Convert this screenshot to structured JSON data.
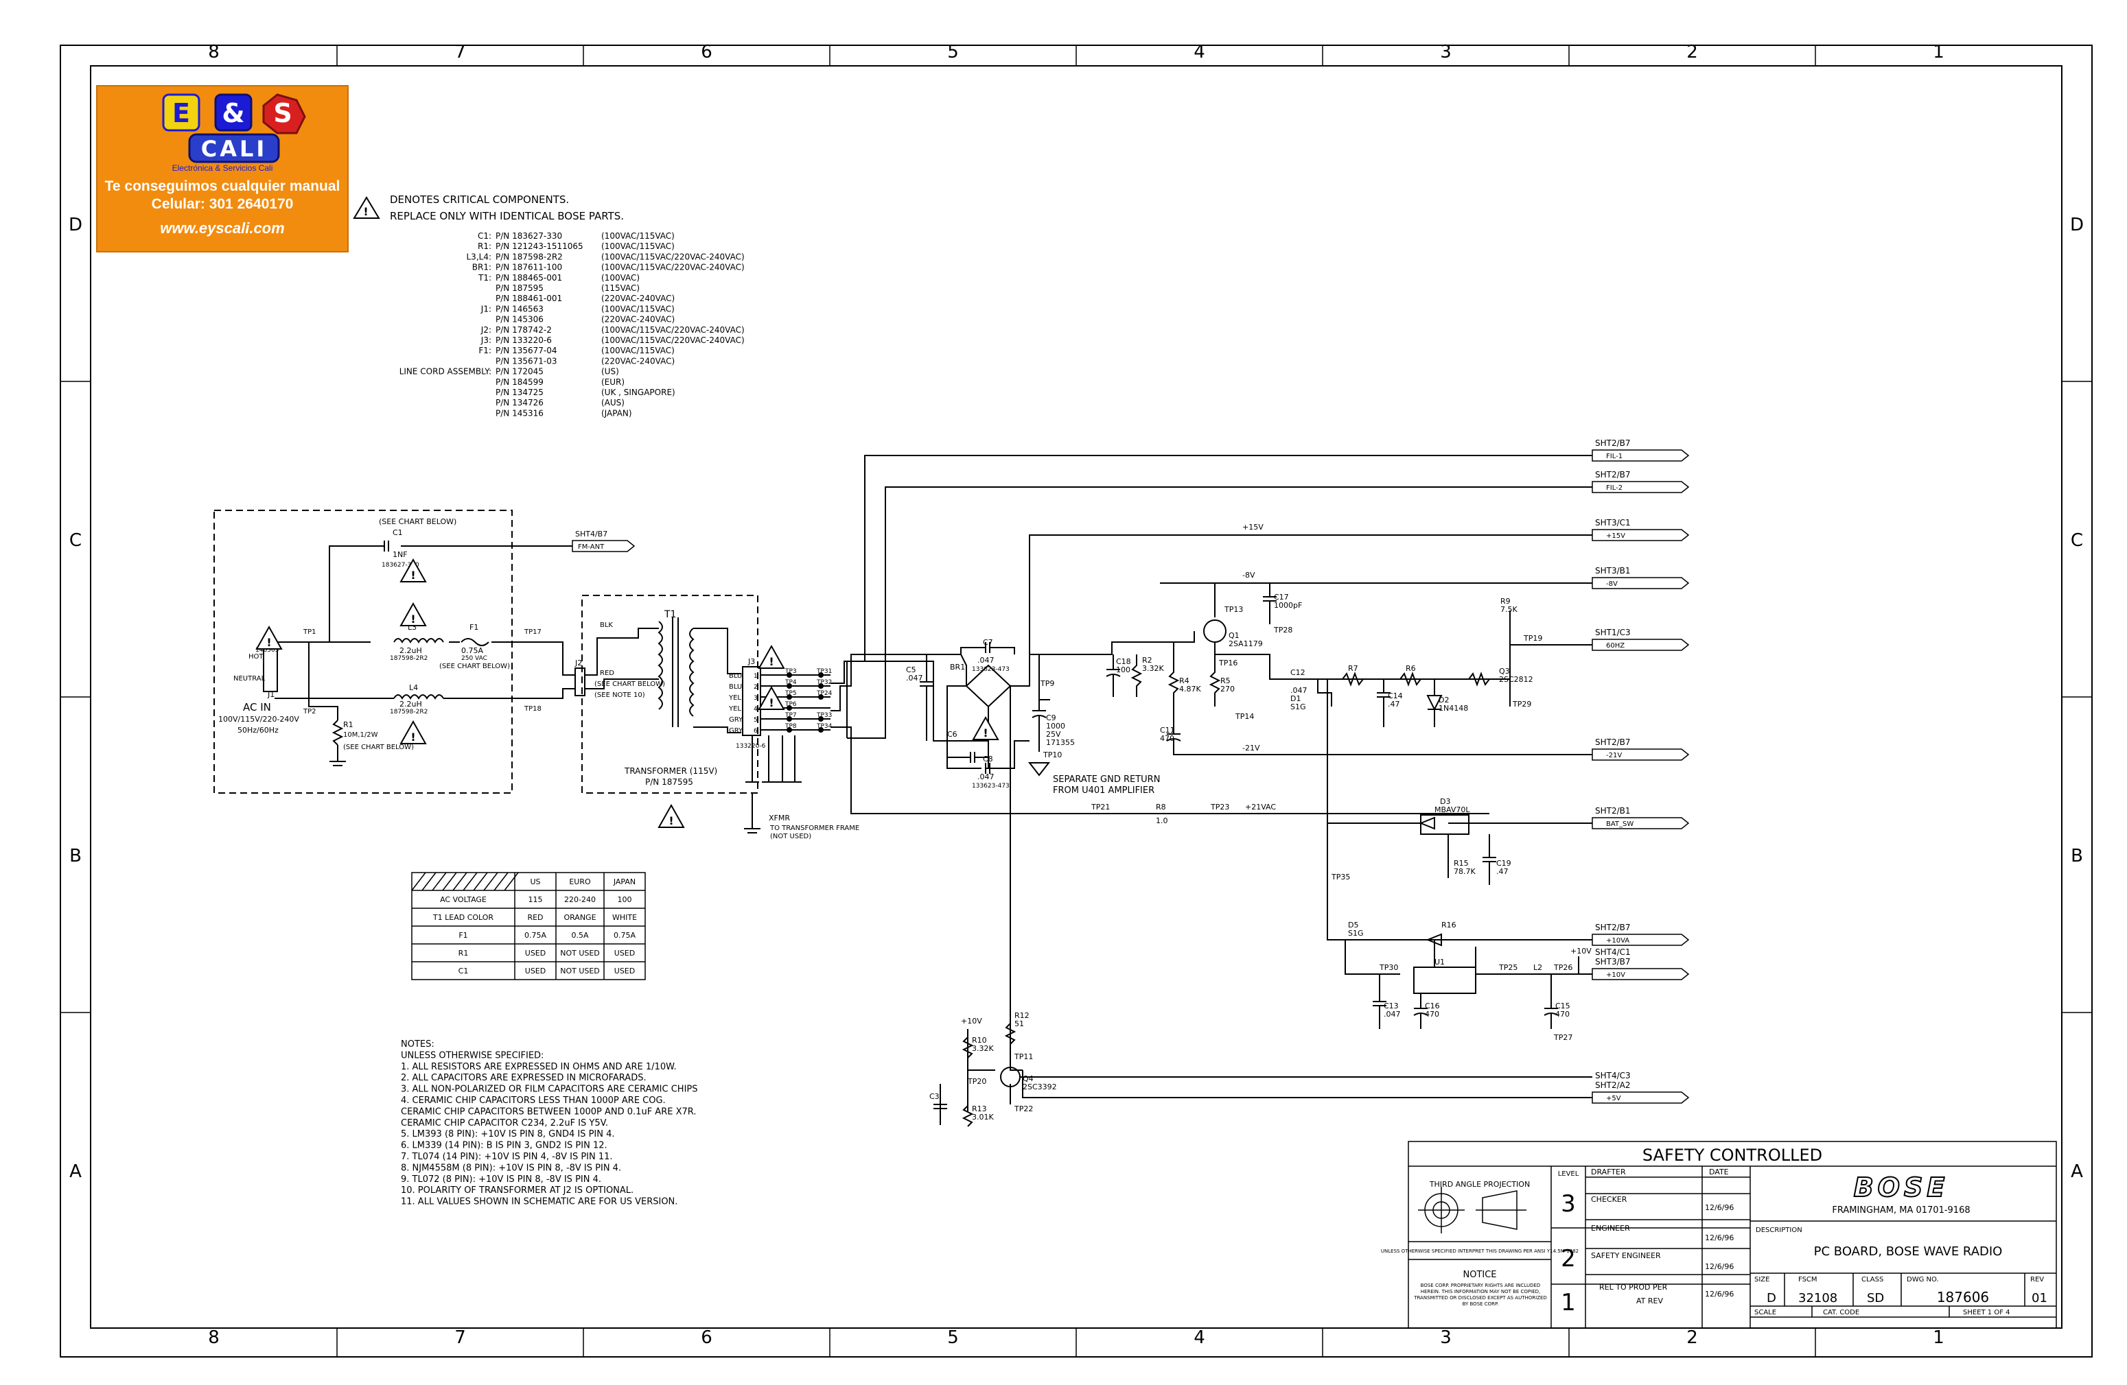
{
  "ad": {
    "letters": [
      "E",
      "&",
      "S"
    ],
    "brand": "CALI",
    "sub": "Electrónica & Servicios Cali",
    "line1": "Te conseguimos cualquier manual",
    "line2": "Celular: 301 2640170",
    "line3": "www.eyscali.com"
  },
  "border": {
    "columns": [
      "8",
      "7",
      "6",
      "5",
      "4",
      "3",
      "2",
      "1"
    ],
    "rows": [
      "D",
      "C",
      "B",
      "A"
    ]
  },
  "critical": {
    "line1": "DENOTES CRITICAL COMPONENTS.",
    "line2": "REPLACE ONLY WITH IDENTICAL BOSE PARTS.",
    "rows": [
      [
        "C1:",
        "P/N 183627-330",
        "(100VAC/115VAC)"
      ],
      [
        "R1:",
        "P/N 121243-1511065",
        "(100VAC/115VAC)"
      ],
      [
        "L3,L4:",
        "P/N 187598-2R2",
        "(100VAC/115VAC/220VAC-240VAC)"
      ],
      [
        "BR1:",
        "P/N 187611-100",
        "(100VAC/115VAC/220VAC-240VAC)"
      ],
      [
        "T1:",
        "P/N 188465-001",
        "(100VAC)"
      ],
      [
        "",
        "P/N 187595",
        "(115VAC)"
      ],
      [
        "",
        "P/N 188461-001",
        "(220VAC-240VAC)"
      ],
      [
        "J1:",
        "P/N 146563",
        "(100VAC/115VAC)"
      ],
      [
        "",
        "P/N 145306",
        "(220VAC-240VAC)"
      ],
      [
        "J2:",
        "P/N 178742-2",
        "(100VAC/115VAC/220VAC-240VAC)"
      ],
      [
        "J3:",
        "P/N 133220-6",
        "(100VAC/115VAC/220VAC-240VAC)"
      ],
      [
        "F1:",
        "P/N 135677-04",
        "(100VAC/115VAC)"
      ],
      [
        "",
        "P/N 135671-03",
        "(220VAC-240VAC)"
      ],
      [
        "LINE CORD ASSEMBLY:",
        "P/N 172045",
        "(US)"
      ],
      [
        "",
        "P/N 184599",
        "(EUR)"
      ],
      [
        "",
        "P/N 134725",
        "(UK , SINGAPORE)"
      ],
      [
        "",
        "P/N 134726",
        "(AUS)"
      ],
      [
        "",
        "P/N 145316",
        "(JAPAN)"
      ]
    ]
  },
  "offpage": [
    {
      "ref": "SHT2/B7",
      "net": "FIL-1"
    },
    {
      "ref": "SHT2/B7",
      "net": "FIL-2"
    },
    {
      "ref": "SHT3/C1",
      "net": "+15V"
    },
    {
      "ref": "SHT3/B1",
      "net": "-8V"
    },
    {
      "ref": "SHT1/C3",
      "net": "60HZ"
    },
    {
      "ref": "SHT2/B7",
      "net": "-21V"
    },
    {
      "ref": "SHT2/B1",
      "net": "BAT_SW"
    },
    {
      "ref": "SHT2/B7",
      "net": "+10VA"
    },
    {
      "ref": "SHT4/C1",
      "ref2": "SHT3/B7",
      "net": "+10V"
    },
    {
      "ref": "SHT4/C3",
      "ref2": "SHT2/A2",
      "net": "+5V"
    },
    {
      "ref": "SHT4/B7",
      "net": "FM-ANT"
    }
  ],
  "labels": {
    "see_chart_below": "(SEE CHART BELOW)",
    "c1": "C1",
    "c1_val": "1NF",
    "c1_pn": "183627-330",
    "l3": "L3",
    "l3_val": "2.2uH",
    "l3_pn": "187598-2R2",
    "f1": "F1",
    "f1_val": "0.75A",
    "f1_rating": "250 VAC",
    "see_chart_below2": "(SEE CHART BELOW)",
    "l4": "L4",
    "l4_val": "2.2uH",
    "l4_pn": "187598-2R2",
    "r1": "R1",
    "r1_val": "10M,1/2W",
    "r1_note": "(SEE CHART BELOW)",
    "ac_in": "AC IN",
    "ac_in_rating": "100V/115V/220-240V",
    "ac_in_freq": "50Hz/60Hz",
    "j1": "J1",
    "hot": "HOT",
    "neutral": "NEUTRAL",
    "j1_pn": "146563",
    "tp1": "TP1",
    "tp2": "TP2",
    "tp17": "TP17",
    "tp18": "TP18",
    "j2": "J2",
    "t1": "T1",
    "blk": "BLK",
    "red": "RED",
    "see_chart_below3": "(SEE CHART BELOW)",
    "see_note_10": "(SEE NOTE 10)",
    "transformer": "TRANSFORMER (115V)",
    "transformer_pn": "P/N 187595",
    "j3": "J3",
    "j3_pins": [
      "BLU",
      "BLU",
      "YEL",
      "YEL",
      "GRY",
      "GRY"
    ],
    "j3_pn": "133220-6",
    "tp_j3": [
      "TP3",
      "TP4",
      "TP5",
      "TP6",
      "TP7",
      "TP8"
    ],
    "tp_j3_b": [
      "TP31",
      "TP32",
      "TP24",
      "",
      "TP33",
      "TP34"
    ],
    "xfmr": "XFMR",
    "xfmr_note1": "TO TRANSFORMER FRAME",
    "xfmr_note2": "(NOT USED)",
    "c5": "C5",
    "c5_val": ".047",
    "c7": "C7",
    "c7_val": ".047",
    "c7_pn": "133623-473",
    "br1": "BR1",
    "c6": "C6",
    "c8": "C8",
    "c8_val": ".047",
    "c8_pn": "133623-473",
    "c9": "C9",
    "c9_val": "1000",
    "c9_rating": "25V",
    "c9_pn": "171355",
    "tp9": "TP9",
    "tp10": "TP10",
    "separate_gnd": "SEPARATE GND RETURN",
    "from_u401": "FROM U401 AMPLIFIER",
    "c18": "C18",
    "c18_val": "100",
    "r2": "R2",
    "r2_val": "3.32K",
    "r4": "R4",
    "r4_val": "4.87K",
    "r5": "R5",
    "r5_val": "270",
    "q1": "Q1",
    "q1_type": "2SA1179",
    "tp13": "TP13",
    "tp14": "TP14",
    "tp16": "TP16",
    "tp28": "TP28",
    "c17": "C17",
    "c17_val": "1000pF",
    "c11": "C11",
    "c11_val": "470",
    "c12": "C12",
    "c12_val": ".047",
    "d1": "D1",
    "d1_type": "S1G",
    "r7": "R7",
    "r8": "R8",
    "r8_val": "1.0",
    "r9": "R9",
    "r9_val": "7.5K",
    "c14": "C14",
    "c14_val": ".47",
    "d2": "D2",
    "d2_type": "1N4148",
    "q3": "Q3",
    "q3_type": "2SC2812",
    "tp19": "TP19",
    "tp29": "TP29",
    "plus_15v": "+15V",
    "minus_8v": "-8V",
    "minus_21v": "-21V",
    "plus_21vac": "+21VAC",
    "tp21": "TP21",
    "tp23": "TP23",
    "tp35": "TP35",
    "d3": "D3",
    "d3_type": "MBAV70L",
    "r15": "R15",
    "r15_val": "78.7K",
    "c19": "C19",
    "c19_val": ".47",
    "d5": "D5",
    "d5_type": "S1G",
    "r16": "R16",
    "u1": "U1",
    "tp25": "TP25",
    "tp26": "TP26",
    "tp27": "TP27",
    "tp30": "TP30",
    "l2": "L2",
    "c13": "C13",
    "c13_val": ".047",
    "c16": "C16",
    "c16_val": "470",
    "c15": "C15",
    "c15_val": "470",
    "plus_10v_tap": "+10V",
    "r12": "R12",
    "r12_val": "51",
    "r10": "R10",
    "r10_val": "3.32K",
    "r13": "R13",
    "r13_val": "3.01K",
    "q4": "Q4",
    "q4_type": "2SC3392",
    "c3": "C3",
    "tp20": "TP20",
    "tp11": "TP11",
    "tp22": "TP22",
    "plus_10v": "+10V",
    "plus_15v_node": "+15V",
    "r6": "R6"
  },
  "chart": {
    "headers": [
      "",
      "US",
      "EURO",
      "JAPAN"
    ],
    "rows": [
      [
        "AC VOLTAGE",
        "115",
        "220-240",
        "100"
      ],
      [
        "T1 LEAD COLOR",
        "RED",
        "ORANGE",
        "WHITE"
      ],
      [
        "F1",
        "0.75A",
        "0.5A",
        "0.75A"
      ],
      [
        "R1",
        "USED",
        "NOT USED",
        "USED"
      ],
      [
        "C1",
        "USED",
        "NOT USED",
        "USED"
      ]
    ]
  },
  "notes": [
    "NOTES:",
    "UNLESS OTHERWISE SPECIFIED:",
    "1. ALL RESISTORS ARE EXPRESSED IN OHMS AND ARE 1/10W.",
    "2. ALL CAPACITORS ARE EXPRESSED IN MICROFARADS.",
    "3. ALL NON-POLARIZED OR FILM CAPACITORS ARE CERAMIC CHIPS",
    "4. CERAMIC CHIP CAPACITORS LESS THAN 1000P ARE COG.",
    "    CERAMIC CHIP CAPACITORS BETWEEN 1000P AND 0.1uF ARE X7R.",
    "    CERAMIC CHIP CAPACITOR C234, 2.2uF IS Y5V.",
    "5. LM393 (8 PIN): +10V IS PIN 8, GND4 IS PIN 4.",
    "6. LM339 (14 PIN): B IS PIN 3, GND2 IS PIN 12.",
    "7. TL074 (14 PIN): +10V IS PIN 4, -8V IS PIN 11.",
    "8. NJM4558M (8 PIN): +10V IS PIN 8, -8V IS PIN 4.",
    "9. TL072   (8 PIN): +10V IS PIN 8, -8V IS PIN 4.",
    "10. POLARITY OF TRANSFORMER AT J2 IS OPTIONAL.",
    "11. ALL VALUES SHOWN IN SCHEMATIC ARE FOR US VERSION."
  ],
  "title_block": {
    "safety": "SAFETY CONTROLLED",
    "projection": "THIRD ANGLE PROJECTION",
    "level": "LEVEL",
    "levels": [
      "3",
      "2",
      "1"
    ],
    "drafter": "DRAFTER",
    "checker": "CHECKER",
    "engineer": "ENGINEER",
    "safety_engineer": "SAFETY ENGINEER",
    "rel_to_prod": "REL TO PROD PER",
    "at_rev": "AT REV",
    "date": "DATE",
    "dates": [
      "12/6/96",
      "12/6/96",
      "12/6/96",
      "12/6/96"
    ],
    "brand": "BOSE",
    "address": "FRAMINGHAM, MA 01701-9168",
    "description_label": "DESCRIPTION",
    "description": "PC BOARD, BOSE WAVE RADIO",
    "size_label": "SIZE",
    "size": "D",
    "fscm_label": "FSCM",
    "fscm": "32108",
    "class_label": "CLASS",
    "class": "SD",
    "dwg_label": "DWG NO.",
    "dwg": "187606",
    "rev_label": "REV",
    "rev": "01",
    "scale": "SCALE",
    "cat_code": "CAT. CODE",
    "sheet": "SHEET 1 OF 4",
    "tolerance": "UNLESS OTHERWISE SPECIFIED INTERPRET THIS DRAWING PER ANSI Y14.5M-1982",
    "notice_label": "NOTICE",
    "notice": "BOSE CORP. PROPRIETARY RIGHTS ARE INCLUDED HEREIN. THIS INFORMATION MAY NOT BE COPIED, TRANSMITTED OR DISCLOSED EXCEPT AS AUTHORIZED BY BOSE CORP."
  },
  "colors": {
    "ink": "#000000",
    "ad_bg": "#f28c0f",
    "ad_letter_e": "#f2d30f",
    "ad_letter_amp": "#1b1bd6",
    "ad_letter_s": "#d92020",
    "ad_cali": "#2a3fc9"
  }
}
